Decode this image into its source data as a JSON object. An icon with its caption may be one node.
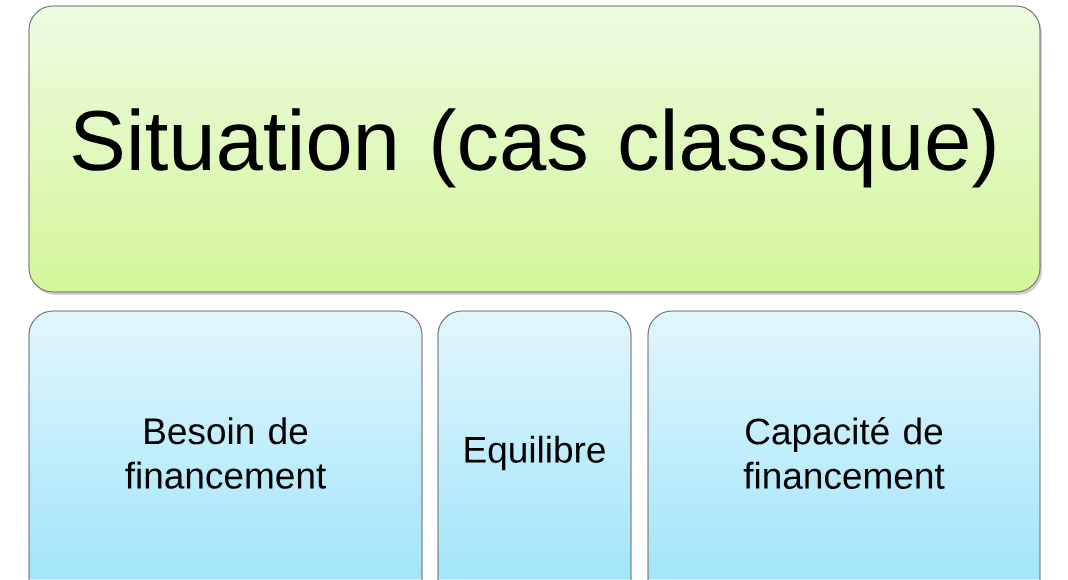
{
  "diagram": {
    "nodes": [
      {
        "text": [
          "Situation (cas classique)"
        ]
      },
      {
        "text": [
          "Besoin de financement"
        ]
      },
      {
        "text": [
          "Equilibre"
        ]
      },
      {
        "text": [
          "Capacité de financement"
        ]
      }
    ]
  }
}
